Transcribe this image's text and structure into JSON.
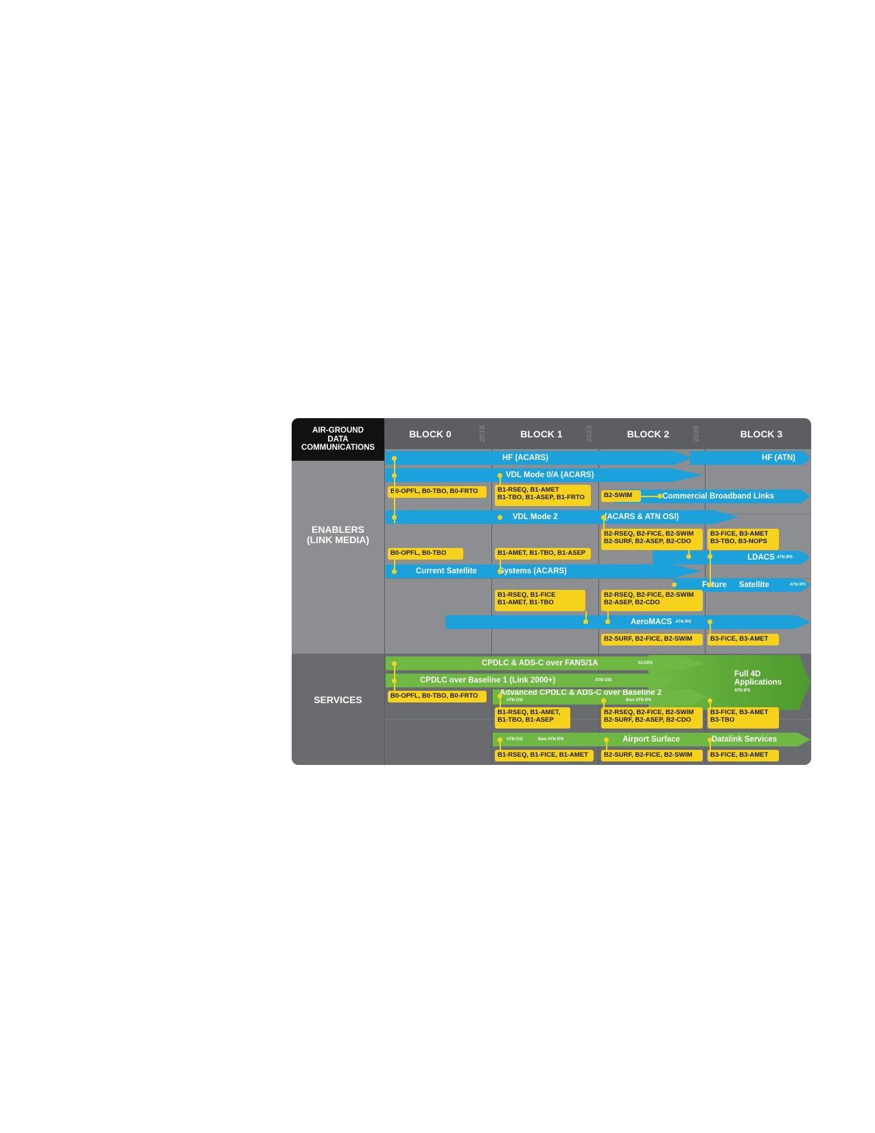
{
  "header": {
    "corner_label": [
      "AIR-GROUND",
      "DATA",
      "COMMUNICATIONS"
    ],
    "blocks": [
      "BLOCK 0",
      "BLOCK 1",
      "BLOCK 2",
      "BLOCK 3"
    ],
    "years": [
      "2018",
      "2023",
      "2028"
    ]
  },
  "sections": {
    "enablers": [
      "ENABLERS",
      "(LINK MEDIA)"
    ],
    "services": "SERVICES"
  },
  "enablers": {
    "hf_acars": "HF (ACARS)",
    "hf_atn": "HF (ATN)",
    "vdl_mode_0a": "VDL Mode 0/A (ACARS)",
    "vdl_mode_2": "VDL Mode 2",
    "acars_atn_osi": "(ACARS & ATN OSI)",
    "b2_swim": "B2-SWIM",
    "commercial_broadband": "Commercial Broadband Links",
    "ldacs": "LDACS",
    "ldacs_tag": "ATN IPS",
    "current_satellite": "Current Satellite",
    "systems_acars": "Systems (ACARS)",
    "future": "Future",
    "satellite": "Satellite",
    "satellite_tag": "ATN IPS",
    "aeromacs": "AeroMACS",
    "aeromacs_tag": "ATN IPS",
    "box_b0_row1": "B0-OPFL, B0-TBO, B0-FRTO",
    "box_b1_row1_l1": "B1-RSEQ, B1-AMET",
    "box_b1_row1_l2": "B1-TBO, B1-ASEP, B1-FRTO",
    "box_b2_row2_l1": "B2-RSEQ, B2-FICE, B2-SWIM",
    "box_b2_row2_l2": "B2-SURF, B2-ASEP, B2-CDO",
    "box_b3_row2_l1": "B3-FICE, B3-AMET",
    "box_b3_row2_l2": "B3-TBO, B3-NOPS",
    "box_b0_row3": "B0-OPFL, B0-TBO",
    "box_b1_row3": "B1-AMET, B1-TBO, B1-ASEP",
    "box_b1_row4_l1": "B1-RSEQ, B1-FICE",
    "box_b1_row4_l2": "B1-AMET, B1-TBO",
    "box_b2_row4_l1": "B2-RSEQ, B2-FICE, B2-SWIM",
    "box_b2_row4_l2": "B2-ASEP, B2-CDO",
    "box_b2_row5": "B2-SURF, B2-FICE, B2-SWIM",
    "box_b3_row5": "B3-FICE, B3-AMET"
  },
  "services": {
    "cpdlc_fans": "CPDLC & ADS-C over FANS/1A",
    "cpdlc_fans_tag": "ACARS",
    "cpdlc_baseline1": "CPDLC over Baseline 1 (Link 2000+)",
    "cpdlc_baseline1_tag": "ATN OSI",
    "full_4d": [
      "Full 4D",
      "Applications"
    ],
    "full_4d_tag": "ATN IPS",
    "advanced_cpdlc": "Advanced CPDLC & ADS-C over Baseline 2",
    "advanced_tag_left": "ATN OSI",
    "advanced_tag_right": "then ATN IPS",
    "airport_surface": "Airport Surface",
    "datalink_services": "Datalink Services",
    "airport_tag_left": "ATN OSI",
    "airport_tag_right": "then ATN IPS",
    "box_b0": "B0-OPFL, B0-TBO, B0-FRTO",
    "box_b1_l1": "B1-RSEQ, B1-AMET,",
    "box_b1_l2": "B1-TBO, B1-ASEP",
    "box_b2_l1": "B2-RSEQ, B2-FICE, B2-SWIM",
    "box_b2_l2": "B2-SURF, B2-ASEP, B2-CDO",
    "box_b3_l1": "B3-FICE, B3-AMET",
    "box_b3_l2": "B3-TBO",
    "box_b1_bottom": "B1-RSEQ, B1-FICE, B1-AMET",
    "box_b2_bottom": "B2-SURF, B2-FICE, B2-SWIM",
    "box_b3_bottom": "B3-FICE, B3-AMET"
  },
  "colors": {
    "enabler_bar": "#1da1db",
    "service_bar": "#6fb843",
    "module_box": "#f7d21c",
    "header_black": "#111111",
    "header_grey": "#5d5e61"
  }
}
